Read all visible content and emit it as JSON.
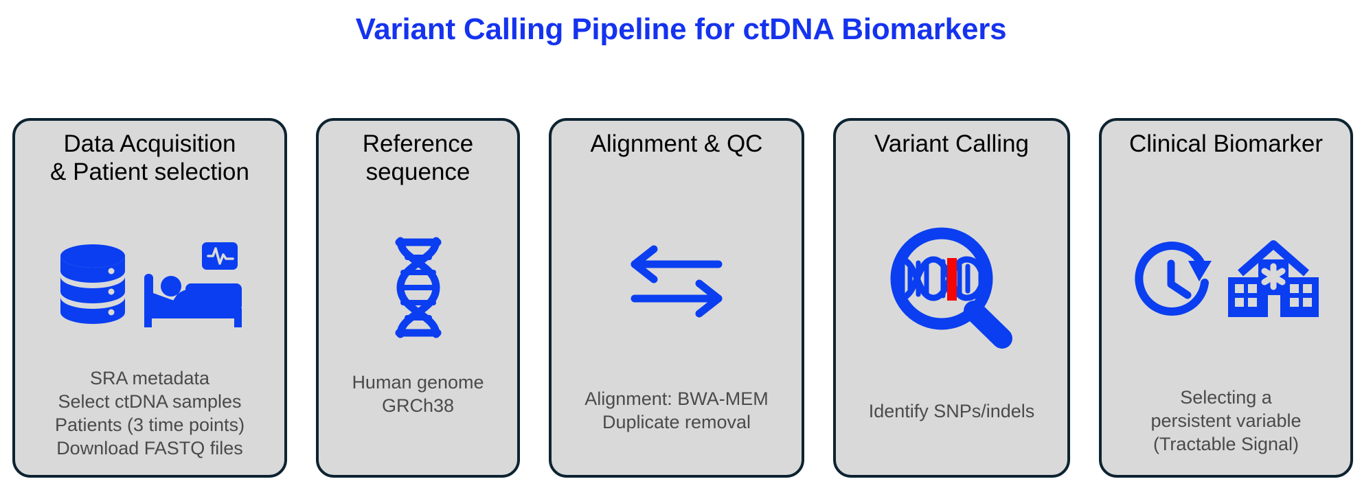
{
  "title": "Variant Calling Pipeline for ctDNA Biomarkers",
  "colors": {
    "accent_blue": "#1533ee",
    "icon_blue": "#0a3ef0",
    "variant_red": "#f50505",
    "card_fill": "#d9d9d9",
    "card_border": "#0d2330",
    "body_text": "#4a4a4a",
    "title_text": "#000000",
    "background": "#ffffff"
  },
  "cards": [
    {
      "id": "data-acquisition",
      "title": "Data Acquisition\n& Patient selection",
      "icons": [
        "database-icon",
        "patient-in-bed-icon",
        "vitals-monitor-icon"
      ],
      "body": "SRA metadata\nSelect ctDNA samples\nPatients  (3 time points)\nDownload FASTQ files"
    },
    {
      "id": "reference-sequence",
      "title": "Reference\nsequence",
      "icons": [
        "dna-helix-icon"
      ],
      "body": "Human genome\nGRCh38"
    },
    {
      "id": "alignment-qc",
      "title": "Alignment & QC",
      "icons": [
        "bidirectional-arrows-icon"
      ],
      "body": "Alignment: BWA-MEM\nDuplicate removal"
    },
    {
      "id": "variant-calling",
      "title": "Variant Calling",
      "icons": [
        "magnifier-dna-icon"
      ],
      "body": "Identify SNPs/indels"
    },
    {
      "id": "clinical-biomarker",
      "title": "Clinical Biomarker",
      "icons": [
        "clock-history-icon",
        "hospital-building-icon"
      ],
      "body": "Selecting a\npersistent variable\n(Tractable Signal)"
    }
  ]
}
